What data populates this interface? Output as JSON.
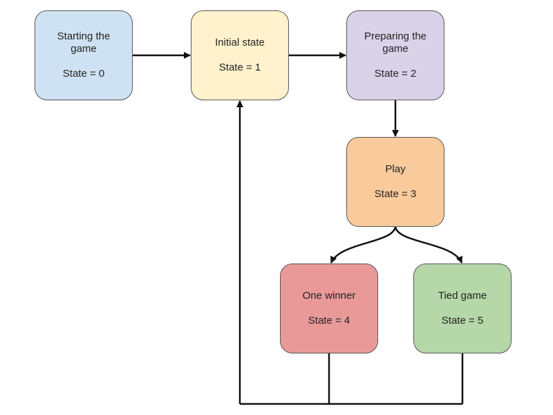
{
  "states": [
    {
      "name": "Starting the\ngame",
      "value": "State = 0",
      "color": "#cfe2f3"
    },
    {
      "name": "Initial state",
      "value": "State = 1",
      "color": "#fff2cc"
    },
    {
      "name": "Preparing the\ngame",
      "value": "State = 2",
      "color": "#d9d2e9"
    },
    {
      "name": "Play",
      "value": "State = 3",
      "color": "#f9cb9c"
    },
    {
      "name": "One winner",
      "value": "State = 4",
      "color": "#ea9999"
    },
    {
      "name": "Tied game",
      "value": "State = 5",
      "color": "#b6d7a8"
    }
  ],
  "colors": {
    "border": "#555555",
    "connector": "#111111",
    "text": "#222222"
  }
}
